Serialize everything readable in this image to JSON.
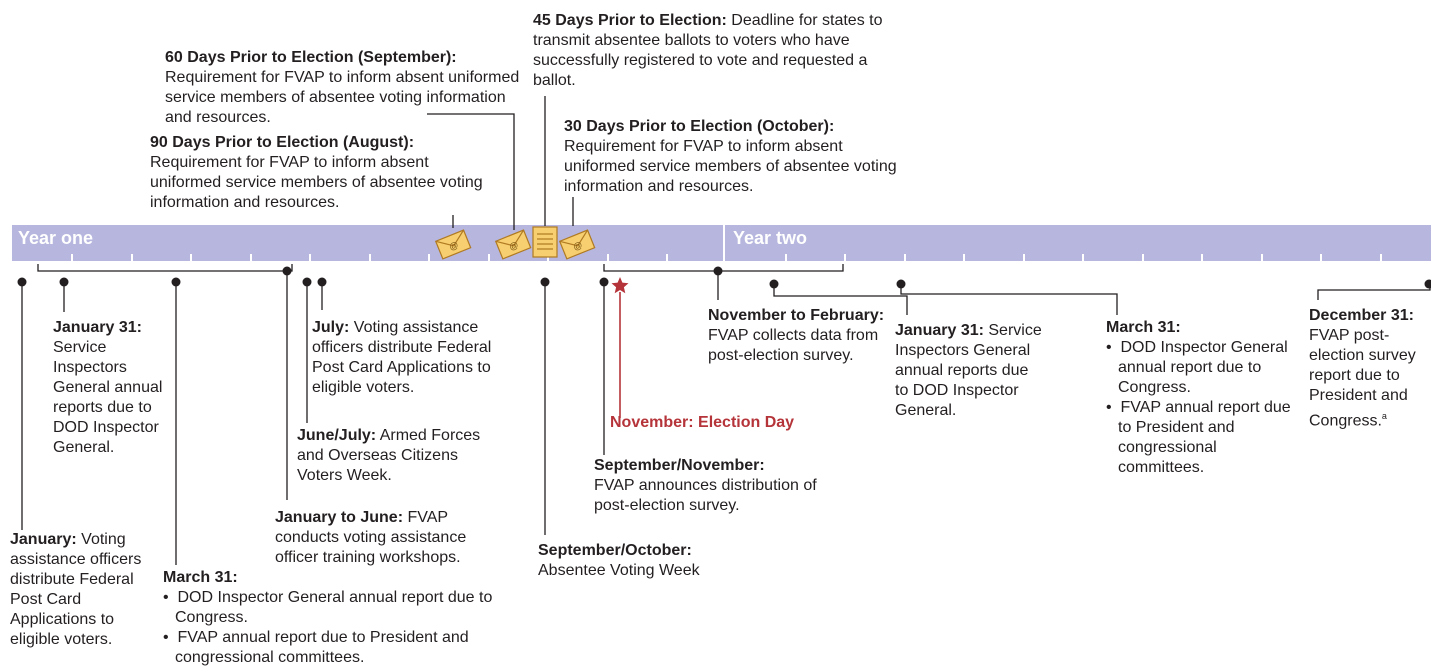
{
  "timeline": {
    "year_one": "Year one",
    "year_two": "Year two",
    "colors": {
      "band": "#b6b6de",
      "election": "#b5343a",
      "envelope": "#f7cf70"
    }
  },
  "events": {
    "jan_voting": {
      "title": "January:",
      "body": " Voting assistance officers distribute Federal Post Card Applications to eligible voters."
    },
    "jan31_y1": {
      "title": "January 31:",
      "body": " Service Inspectors General annual reports due to DOD Inspector General."
    },
    "mar31_y1": {
      "title": "March 31:",
      "items": [
        "DOD Inspector General annual report due to Congress.",
        "FVAP annual report due to President and congressional committees."
      ]
    },
    "jan_june": {
      "title": "January to June:",
      "body": " FVAP conducts voting assistance officer training workshops."
    },
    "june_july": {
      "title": "June/July:",
      "body": " Armed Forces and Overseas Citizens Voters Week."
    },
    "july": {
      "title": "July:",
      "body": " Voting assistance officers distribute Federal Post Card Applications to eligible voters."
    },
    "d90": {
      "title": "90 Days Prior to Election (August):",
      "body": "Requirement for FVAP to inform absent uniformed service members of absentee voting information and resources."
    },
    "d60": {
      "title": "60 Days Prior to Election (September):",
      "body": "Requirement for FVAP to inform absent uniformed service members of absentee voting information and resources."
    },
    "d45": {
      "title": "45 Days Prior to Election:",
      "body": " Deadline for states to transmit absentee ballots to voters who have successfully registered to vote and requested a ballot."
    },
    "d30": {
      "title": "30 Days Prior to Election (October):",
      "body": "Requirement for FVAP to inform absent uniformed service members of absentee voting information and resources."
    },
    "sep_oct": {
      "title": "September/October:",
      "body": "Absentee Voting Week"
    },
    "sep_nov": {
      "title": "September/November:",
      "body": "FVAP announces distribution of post-election survey."
    },
    "election": {
      "title": "November: Election Day"
    },
    "nov_feb": {
      "title": "November to February:",
      "body": " FVAP collects data from post-election survey."
    },
    "jan31_y2": {
      "title": "January 31:",
      "body": " Service Inspectors General annual reports due to DOD Inspector General."
    },
    "mar31_y2": {
      "title": "March 31:",
      "items": [
        "DOD Inspector General annual report due to Congress.",
        "FVAP annual report due to President and congressional committees."
      ]
    },
    "dec31": {
      "title": "December 31:",
      "body": "FVAP post-election survey report due to President and Congress.",
      "note": "a"
    }
  },
  "icons": [
    "envelope-icon",
    "envelope-icon",
    "ballot-document-icon",
    "envelope-icon"
  ]
}
